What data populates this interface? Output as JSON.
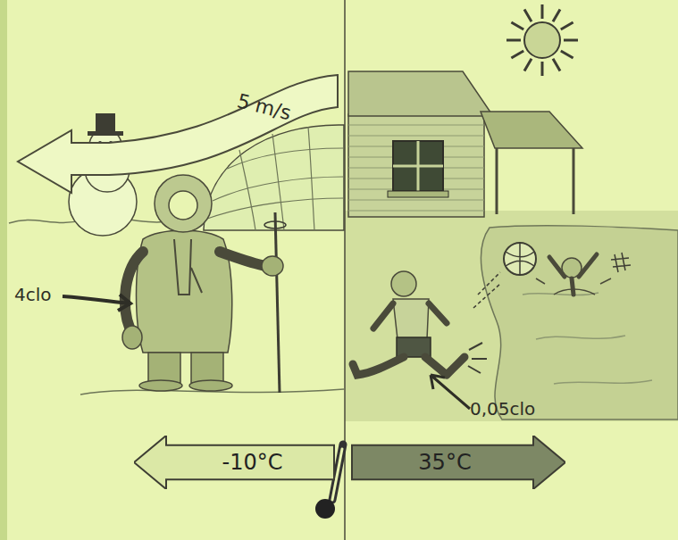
{
  "diagram": {
    "nodes": [
      {
        "text": [
          "-10°C"
        ]
      },
      {
        "text": [
          "35°C"
        ]
      }
    ],
    "labels": [
      "5 m/s",
      "4clo",
      "0,05clo"
    ]
  }
}
